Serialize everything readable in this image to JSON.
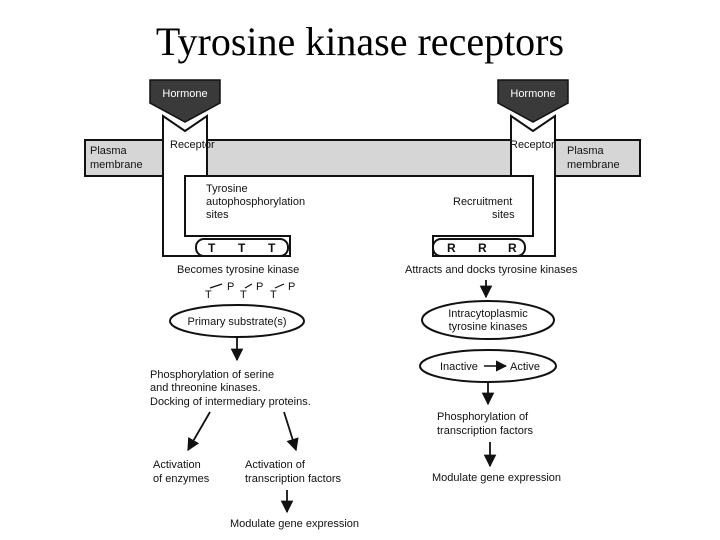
{
  "title": "Tyrosine kinase receptors",
  "left": {
    "hormone": "Hormone",
    "receptor": "Receptor",
    "plasma_membrane": [
      "Plasma",
      "membrane"
    ],
    "autophos_sites": [
      "Tyrosine",
      "autophosphorylation",
      "sites"
    ],
    "residue": "T",
    "becomes": "Becomes tyrosine kinase",
    "phospho": "P",
    "primary_substrate": "Primary substrate(s)",
    "phosphorylation_text": [
      "Phosphorylation of serine",
      "and threonine kinases.",
      "Docking of intermediary proteins."
    ],
    "activation_enzymes": [
      "Activation",
      "of enzymes"
    ],
    "activation_tf": [
      "Activation of",
      "transcription factors"
    ],
    "modulate": "Modulate gene expression"
  },
  "right": {
    "hormone": "Hormone",
    "receptor": "Receptor",
    "plasma_membrane": [
      "Plasma",
      "membrane"
    ],
    "recruitment_sites": [
      "Recruitment",
      "sites"
    ],
    "residue": "R",
    "attracts": "Attracts and docks tyrosine kinases",
    "intracytoplasmic": [
      "Intracytoplasmic",
      "tyrosine kinases"
    ],
    "inactive": "Inactive",
    "active": "Active",
    "phosphorylation_tf": [
      "Phosphorylation of",
      "transcription factors"
    ],
    "modulate": "Modulate gene expression"
  },
  "colors": {
    "membrane": "#d6d6d6",
    "ink": "#111111",
    "hormone": "#3a3a3a"
  }
}
